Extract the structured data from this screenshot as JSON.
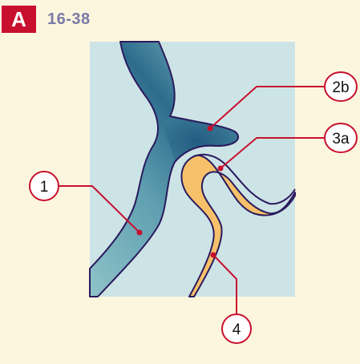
{
  "header": {
    "panel_letter": "A",
    "figure_code": "16-38"
  },
  "callouts": {
    "c1": "1",
    "c2b": "2b",
    "c3a": "3a",
    "c4": "4"
  },
  "colors": {
    "background": "#fdf6df",
    "badge": "#c8102e",
    "figure_code": "#7a7aa8",
    "cavity": "#cde4e6",
    "tissue_light": "#8fc3c8",
    "tissue_dark": "#2d6c8c",
    "fold": "#f6c16a",
    "outline": "#2a1a5e",
    "leader": "#c8102e"
  }
}
